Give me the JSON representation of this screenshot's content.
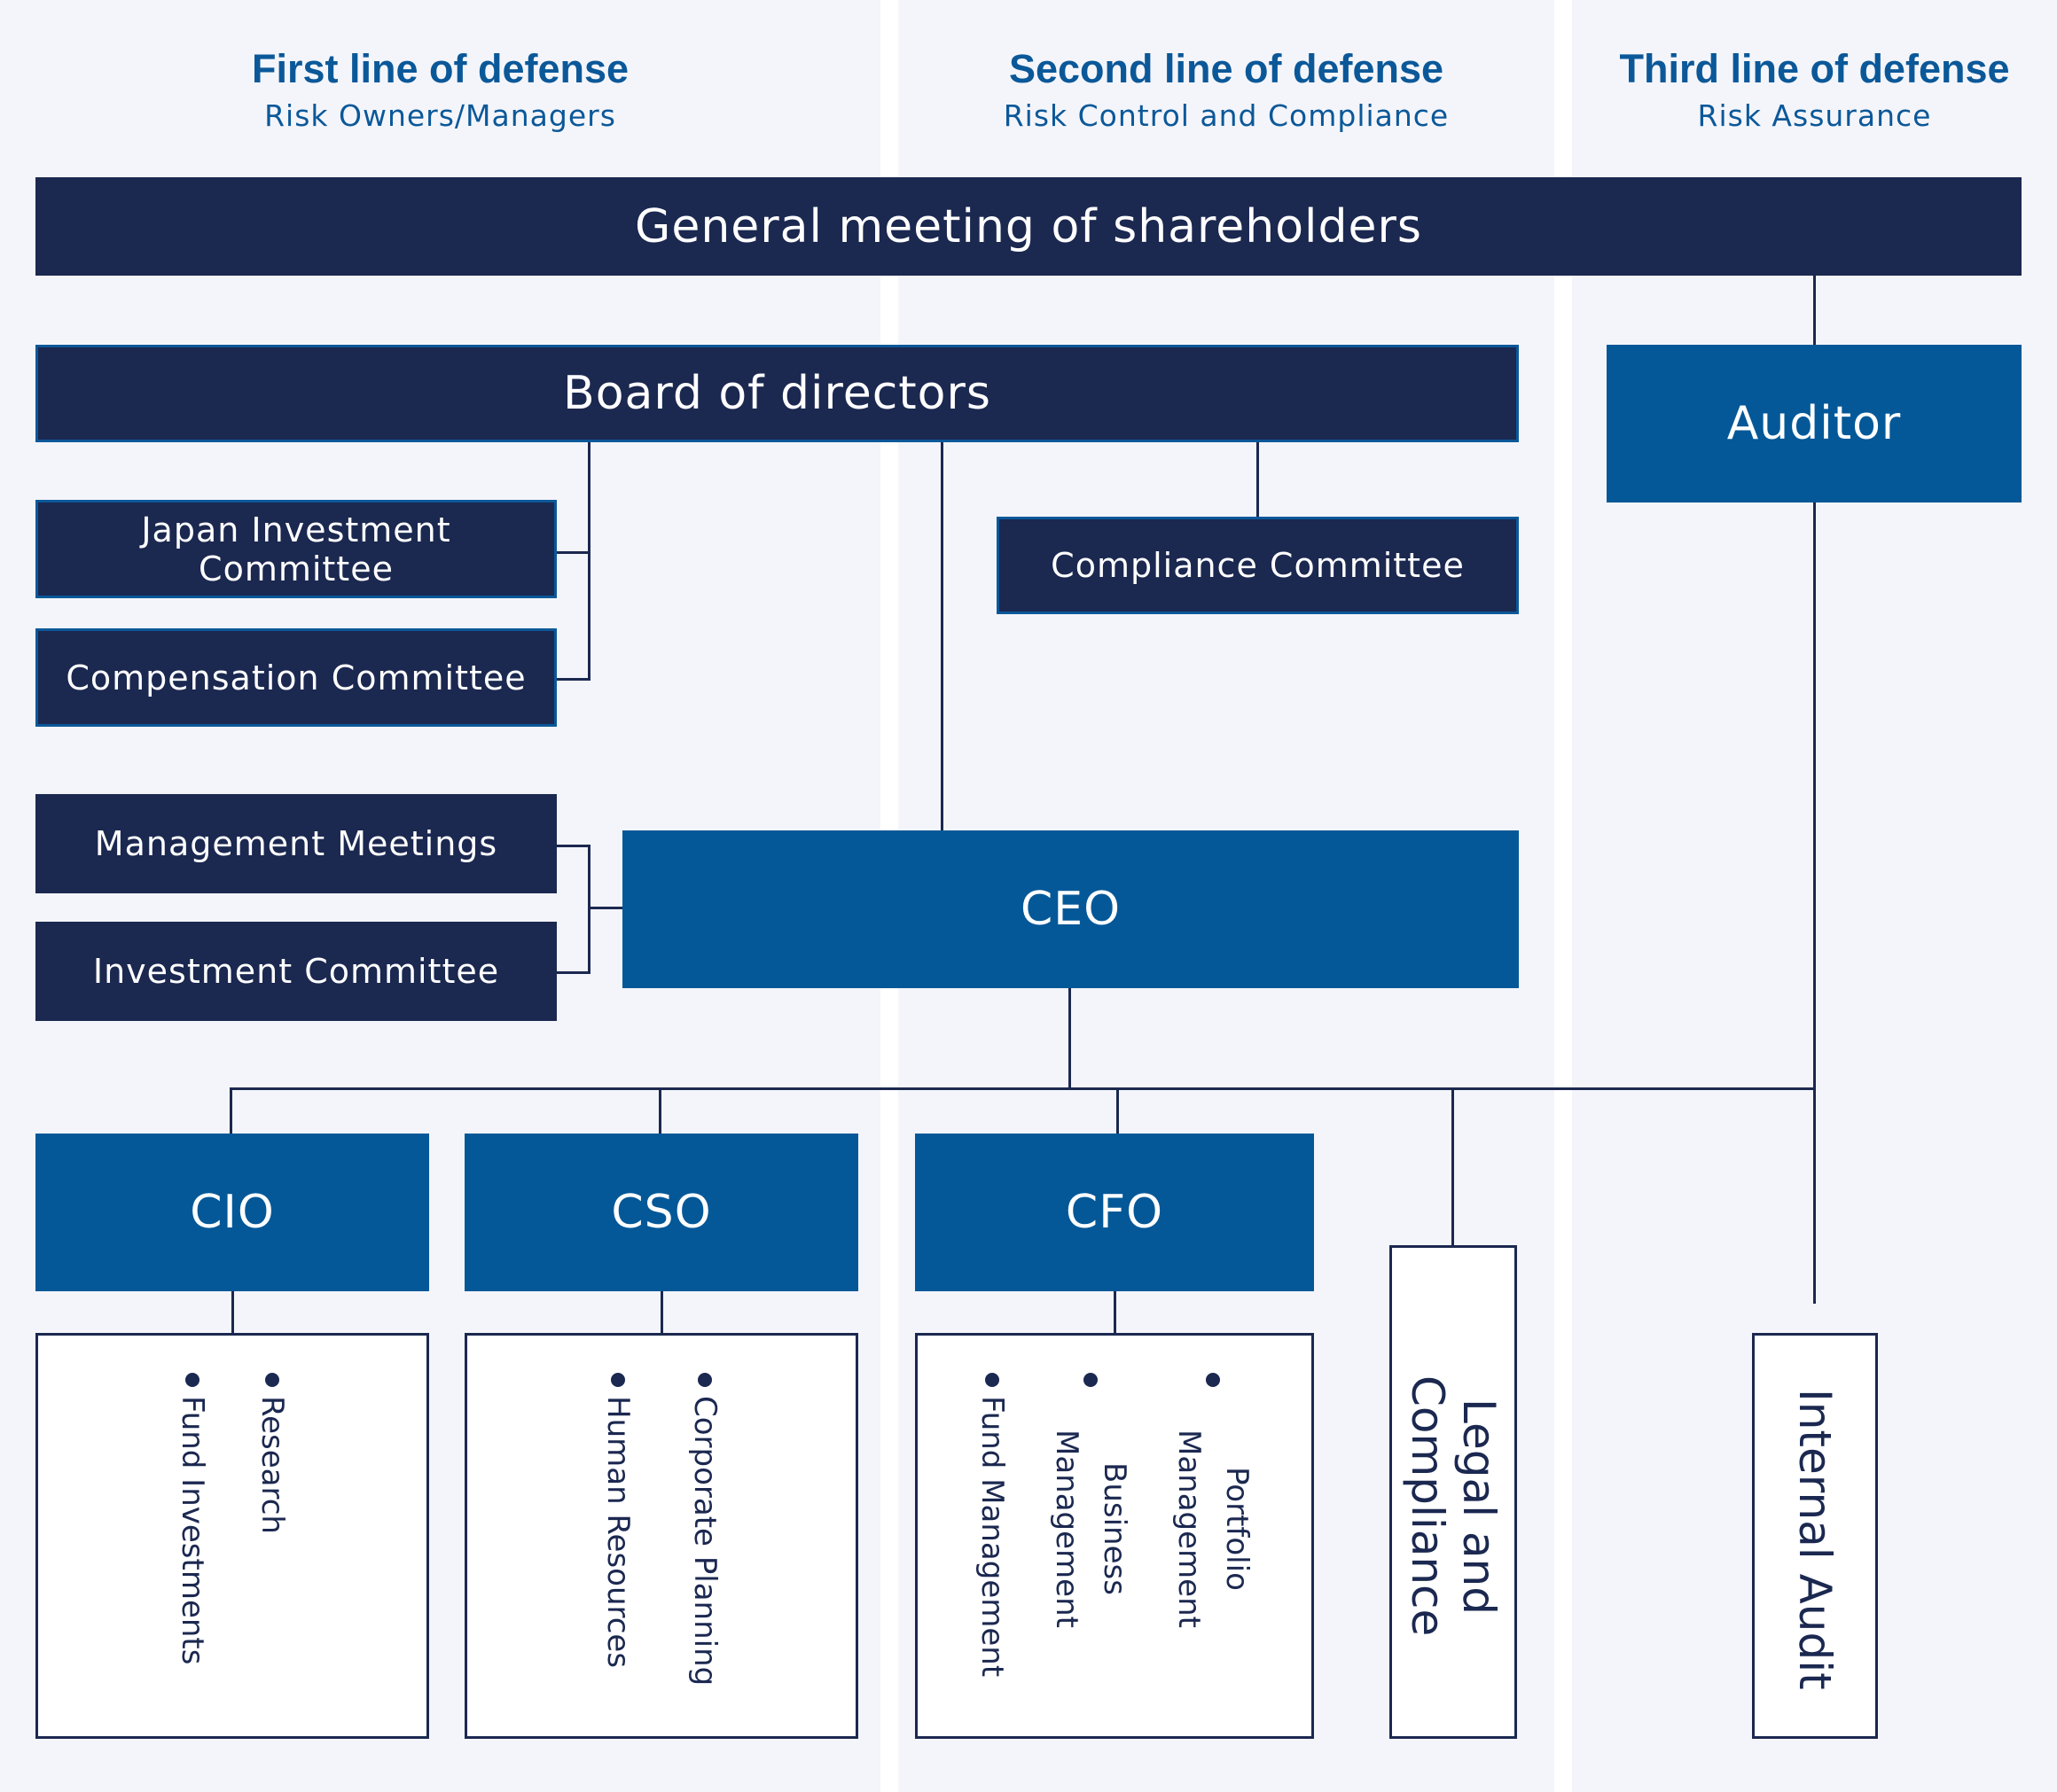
{
  "columns": [
    {
      "title": "First line of defense",
      "subtitle": "Risk Owners/Managers"
    },
    {
      "title": "Second line of defense",
      "subtitle": "Risk Control and Compliance"
    },
    {
      "title": "Third line of defense",
      "subtitle": "Risk Assurance"
    }
  ],
  "nodes": {
    "shareholders": "General meeting of shareholders",
    "board": "Board of directors",
    "auditor": "Auditor",
    "japan_investment_committee": "Japan Investment Committee",
    "compensation_committee": "Compensation Committee",
    "compliance_committee": "Compliance Committee",
    "management_meetings": "Management Meetings",
    "investment_committee": "Investment Committee",
    "ceo": "CEO",
    "cio": "CIO",
    "cso": "CSO",
    "cfo": "CFO",
    "legal_compliance": "Legal and Compliance",
    "internal_audit": "Internal Audit"
  },
  "departments": {
    "cio": [
      "Research",
      "Fund Investments"
    ],
    "cso": [
      "Corporate Planning",
      "Human Resources"
    ],
    "cfo": [
      "Portfolio Management",
      "Business Management",
      "Fund Management"
    ]
  },
  "colors": {
    "navy": "#1b2850",
    "blue": "#045898",
    "column_bg": "#f4f5fa"
  }
}
